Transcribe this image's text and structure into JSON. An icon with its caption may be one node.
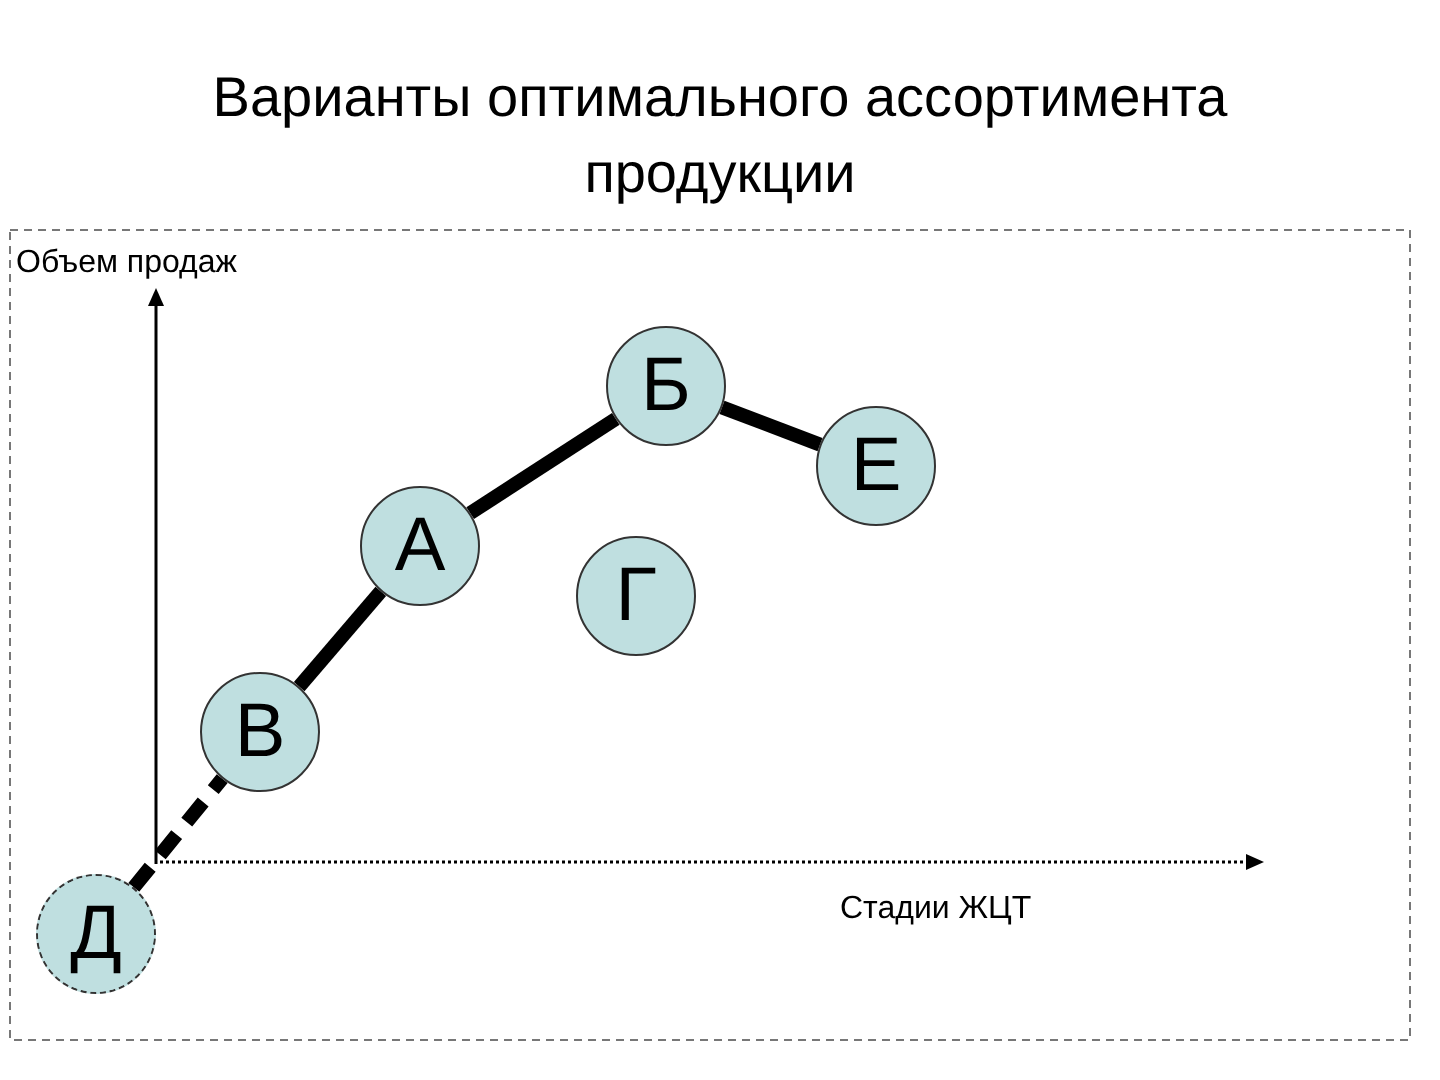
{
  "diagram": {
    "title": "Варианты оптимального ассортимента продукции",
    "nodes": [
      {
        "text": [
          "Б"
        ]
      },
      {
        "text": [
          "Е"
        ]
      },
      {
        "text": [
          "А"
        ]
      },
      {
        "text": [
          "Г"
        ]
      },
      {
        "text": [
          "В"
        ]
      },
      {
        "text": [
          "Д"
        ]
      }
    ],
    "edges": [
      {
        "from": 5,
        "to": 4,
        "arrow": "none",
        "style": "dashed"
      },
      {
        "from": 4,
        "to": 2,
        "arrow": "none"
      },
      {
        "from": 2,
        "to": 0,
        "arrow": "none"
      },
      {
        "from": 0,
        "to": 1,
        "arrow": "none"
      }
    ],
    "labels": [
      "Объем продаж",
      "Стадии ЖЦТ"
    ]
  }
}
